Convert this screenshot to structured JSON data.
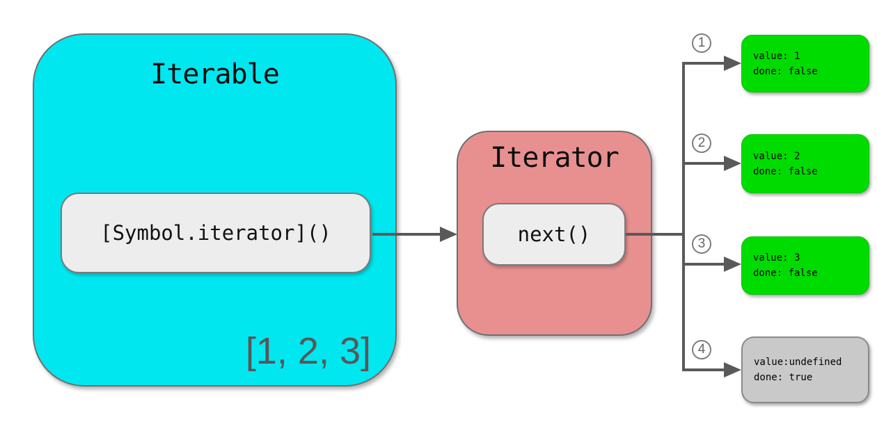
{
  "diagram": {
    "iterable": {
      "title": "Iterable",
      "method_label": "[Symbol.iterator]()",
      "contents": "[1, 2, 3]"
    },
    "iterator": {
      "title": "Iterator",
      "method_label": "next()"
    },
    "steps": [
      {
        "badge": "1",
        "result": {
          "line1": "value: 1",
          "line2": "done: false"
        },
        "state": "active"
      },
      {
        "badge": "2",
        "result": {
          "line1": "value: 2",
          "line2": "done: false"
        },
        "state": "active"
      },
      {
        "badge": "3",
        "result": {
          "line1": "value: 3",
          "line2": "done: false"
        },
        "state": "active"
      },
      {
        "badge": "4",
        "result": {
          "line1": "value:undefined",
          "line2": "done: true"
        },
        "state": "done"
      }
    ],
    "colors": {
      "iterable_fill": "#00e7f0",
      "iterator_fill": "#e89090",
      "method_pill_fill": "#ededed",
      "result_active_fill": "#00dc00",
      "result_done_fill": "#c9c9c9",
      "connector": "#595959",
      "border": "#6f6f6f"
    }
  }
}
